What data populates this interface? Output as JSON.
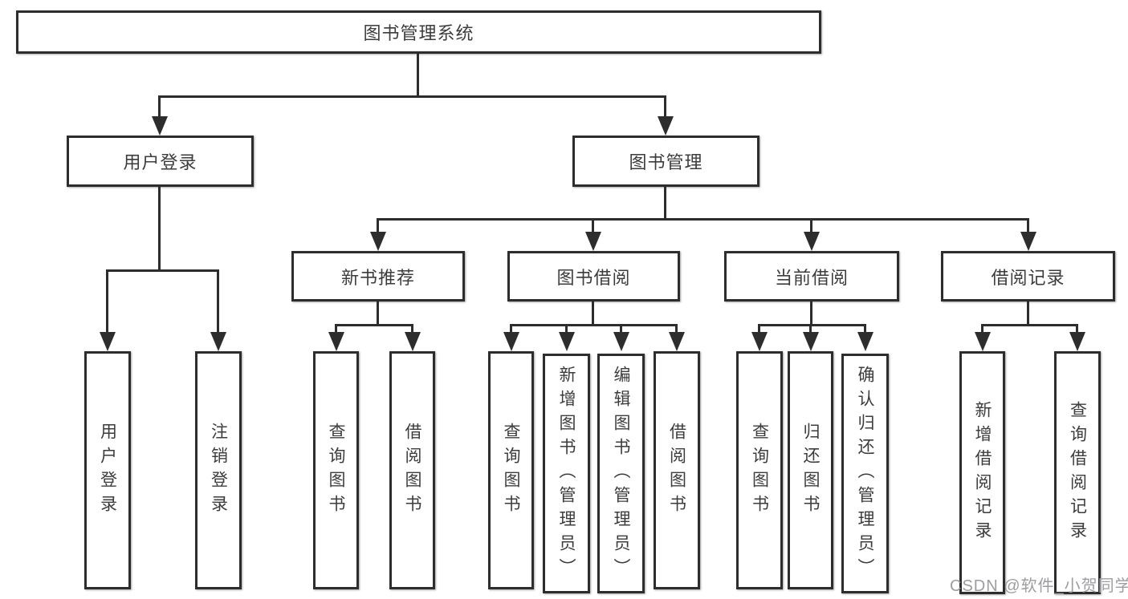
{
  "diagram": {
    "root": {
      "label": "图书管理系统"
    },
    "branches": [
      {
        "label": "用户登录",
        "children": [
          {
            "label": "用户登录"
          },
          {
            "label": "注销登录"
          }
        ]
      },
      {
        "label": "图书管理",
        "children": [
          {
            "label": "新书推荐",
            "children": [
              {
                "label": "查询图书"
              },
              {
                "label": "借阅图书"
              }
            ]
          },
          {
            "label": "图书借阅",
            "children": [
              {
                "label": "查询图书"
              },
              {
                "label": "新增图书（管理员）"
              },
              {
                "label": "编辑图书（管理员）"
              },
              {
                "label": "借阅图书"
              }
            ]
          },
          {
            "label": "当前借阅",
            "children": [
              {
                "label": "查询图书"
              },
              {
                "label": "归还图书"
              },
              {
                "label": "确认归还（管理员）"
              }
            ]
          },
          {
            "label": "借阅记录",
            "children": [
              {
                "label": "新增借阅记录"
              },
              {
                "label": "查询借阅记录"
              }
            ]
          }
        ]
      }
    ],
    "watermark": "CSDN @软件_小贺同学",
    "colors": {
      "line": "#2d2d2d",
      "text": "#3c3c3c",
      "watermark": "#9d9da1",
      "background": "#ffffff"
    }
  }
}
